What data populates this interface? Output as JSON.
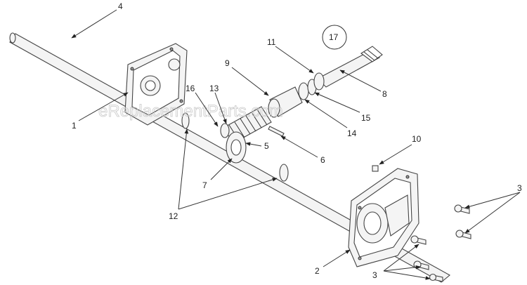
{
  "watermark": "eReplacementParts.com",
  "callouts": {
    "c1": "1",
    "c2": "2",
    "c3a": "3",
    "c3b": "3",
    "c4": "4",
    "c5": "5",
    "c6": "6",
    "c7": "7",
    "c8": "8",
    "c9": "9",
    "c10": "10",
    "c11": "11",
    "c12": "12",
    "c13": "13",
    "c14": "14",
    "c15": "15",
    "c16": "16",
    "c17": "17"
  }
}
